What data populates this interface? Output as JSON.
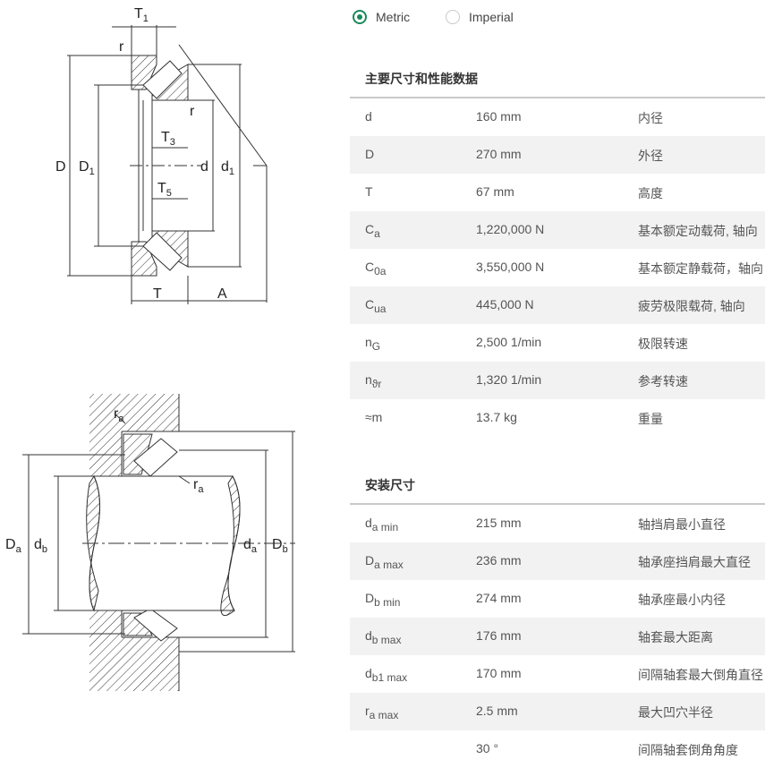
{
  "units": {
    "metric_label": "Metric",
    "imperial_label": "Imperial",
    "selected": "metric",
    "accent": "#1a8a5a"
  },
  "diagram1": {
    "labels": {
      "T1_base": "T",
      "T1_sub": "1",
      "r_top": "r",
      "r_mid": "r",
      "D": "D",
      "D1_base": "D",
      "D1_sub": "1",
      "T3_base": "T",
      "T3_sub": "3",
      "T5_base": "T",
      "T5_sub": "5",
      "d": "d",
      "d1_base": "d",
      "d1_sub": "1",
      "T": "T",
      "A": "A"
    }
  },
  "diagram2": {
    "labels": {
      "ra_top_base": "r",
      "ra_top_sub": "a",
      "ra_mid_base": "r",
      "ra_mid_sub": "a",
      "Da_base": "D",
      "Da_sub": "a",
      "db_base": "d",
      "db_sub": "b",
      "da_base": "d",
      "da_sub": "a",
      "Db_base": "D",
      "Db_sub": "b"
    }
  },
  "main_dims": {
    "title": "主要尺寸和性能数据",
    "rows": [
      {
        "sym": "d",
        "sub": "",
        "value": "160 mm",
        "desc": "内径"
      },
      {
        "sym": "D",
        "sub": "",
        "value": "270 mm",
        "desc": "外径"
      },
      {
        "sym": "T",
        "sub": "",
        "value": "67 mm",
        "desc": "高度"
      },
      {
        "sym": "C",
        "sub": "a",
        "value": "1,220,000 N",
        "desc": "基本额定动载荷, 轴向"
      },
      {
        "sym": "C",
        "sub": "0a",
        "value": "3,550,000 N",
        "desc": "基本额定静载荷，轴向"
      },
      {
        "sym": "C",
        "sub": "ua",
        "value": "445,000 N",
        "desc": "疲劳极限载荷, 轴向"
      },
      {
        "sym": "n",
        "sub": "G",
        "value": "2,500 1/min",
        "desc": "极限转速"
      },
      {
        "sym": "n",
        "sub": "ϑr",
        "value": "1,320 1/min",
        "desc": "参考转速"
      },
      {
        "sym": "≈m",
        "sub": "",
        "value": "13.7 kg",
        "desc": "重量"
      }
    ]
  },
  "mount_dims": {
    "title": "安装尺寸",
    "rows": [
      {
        "sym": "d",
        "sub": "a min",
        "value": "215 mm",
        "desc": "轴挡肩最小直径"
      },
      {
        "sym": "D",
        "sub": "a max",
        "value": "236 mm",
        "desc": "轴承座挡肩最大直径"
      },
      {
        "sym": "D",
        "sub": "b min",
        "value": "274 mm",
        "desc": "轴承座最小内径"
      },
      {
        "sym": "d",
        "sub": "b max",
        "value": "176 mm",
        "desc": "轴套最大距离"
      },
      {
        "sym": "d",
        "sub": "b1 max",
        "value": "170 mm",
        "desc": "间隔轴套最大倒角直径"
      },
      {
        "sym": "r",
        "sub": "a max",
        "value": "2.5 mm",
        "desc": "最大凹穴半径"
      },
      {
        "sym": "",
        "sub": "",
        "value": "30 °",
        "desc": "间隔轴套倒角角度"
      }
    ]
  }
}
